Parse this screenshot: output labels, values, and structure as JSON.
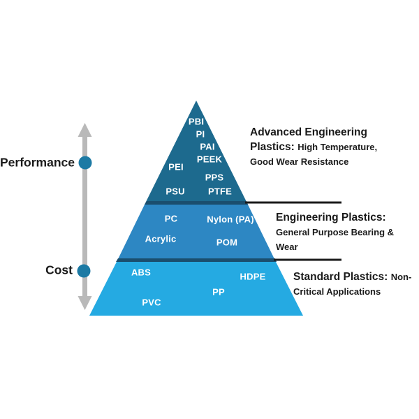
{
  "axis": {
    "performance_label": "Performance",
    "cost_label": "Cost"
  },
  "pyramid": {
    "tiers": [
      {
        "level": "advanced-engineering",
        "materials": [
          "PBI",
          "PI",
          "PAI",
          "PEEK",
          "PEI",
          "PPS",
          "PSU",
          "PTFE"
        ]
      },
      {
        "level": "engineering",
        "materials": [
          "PC",
          "Nylon (PA)",
          "Acrylic",
          "POM"
        ]
      },
      {
        "level": "standard",
        "materials": [
          "ABS",
          "HDPE",
          "PP",
          "PVC"
        ]
      }
    ]
  },
  "annotations": [
    {
      "title": "Advanced Engineering Plastics:",
      "description": "High Temperature, Good Wear Resistance"
    },
    {
      "title": "Engineering Plastics:",
      "description": "General Purpose Bearing & Wear"
    },
    {
      "title": "Standard Plastics:",
      "description": "Non-Critical Applications"
    }
  ],
  "colors": {
    "tier_top": "#1d6a8e",
    "tier_middle": "#2d87c3",
    "tier_bottom": "#25aae2",
    "tier_divider": "#1a4e6e",
    "separator_line": "#1a1a1a",
    "arrow": "#b9b9b9",
    "dot": "#1c7aa4"
  }
}
